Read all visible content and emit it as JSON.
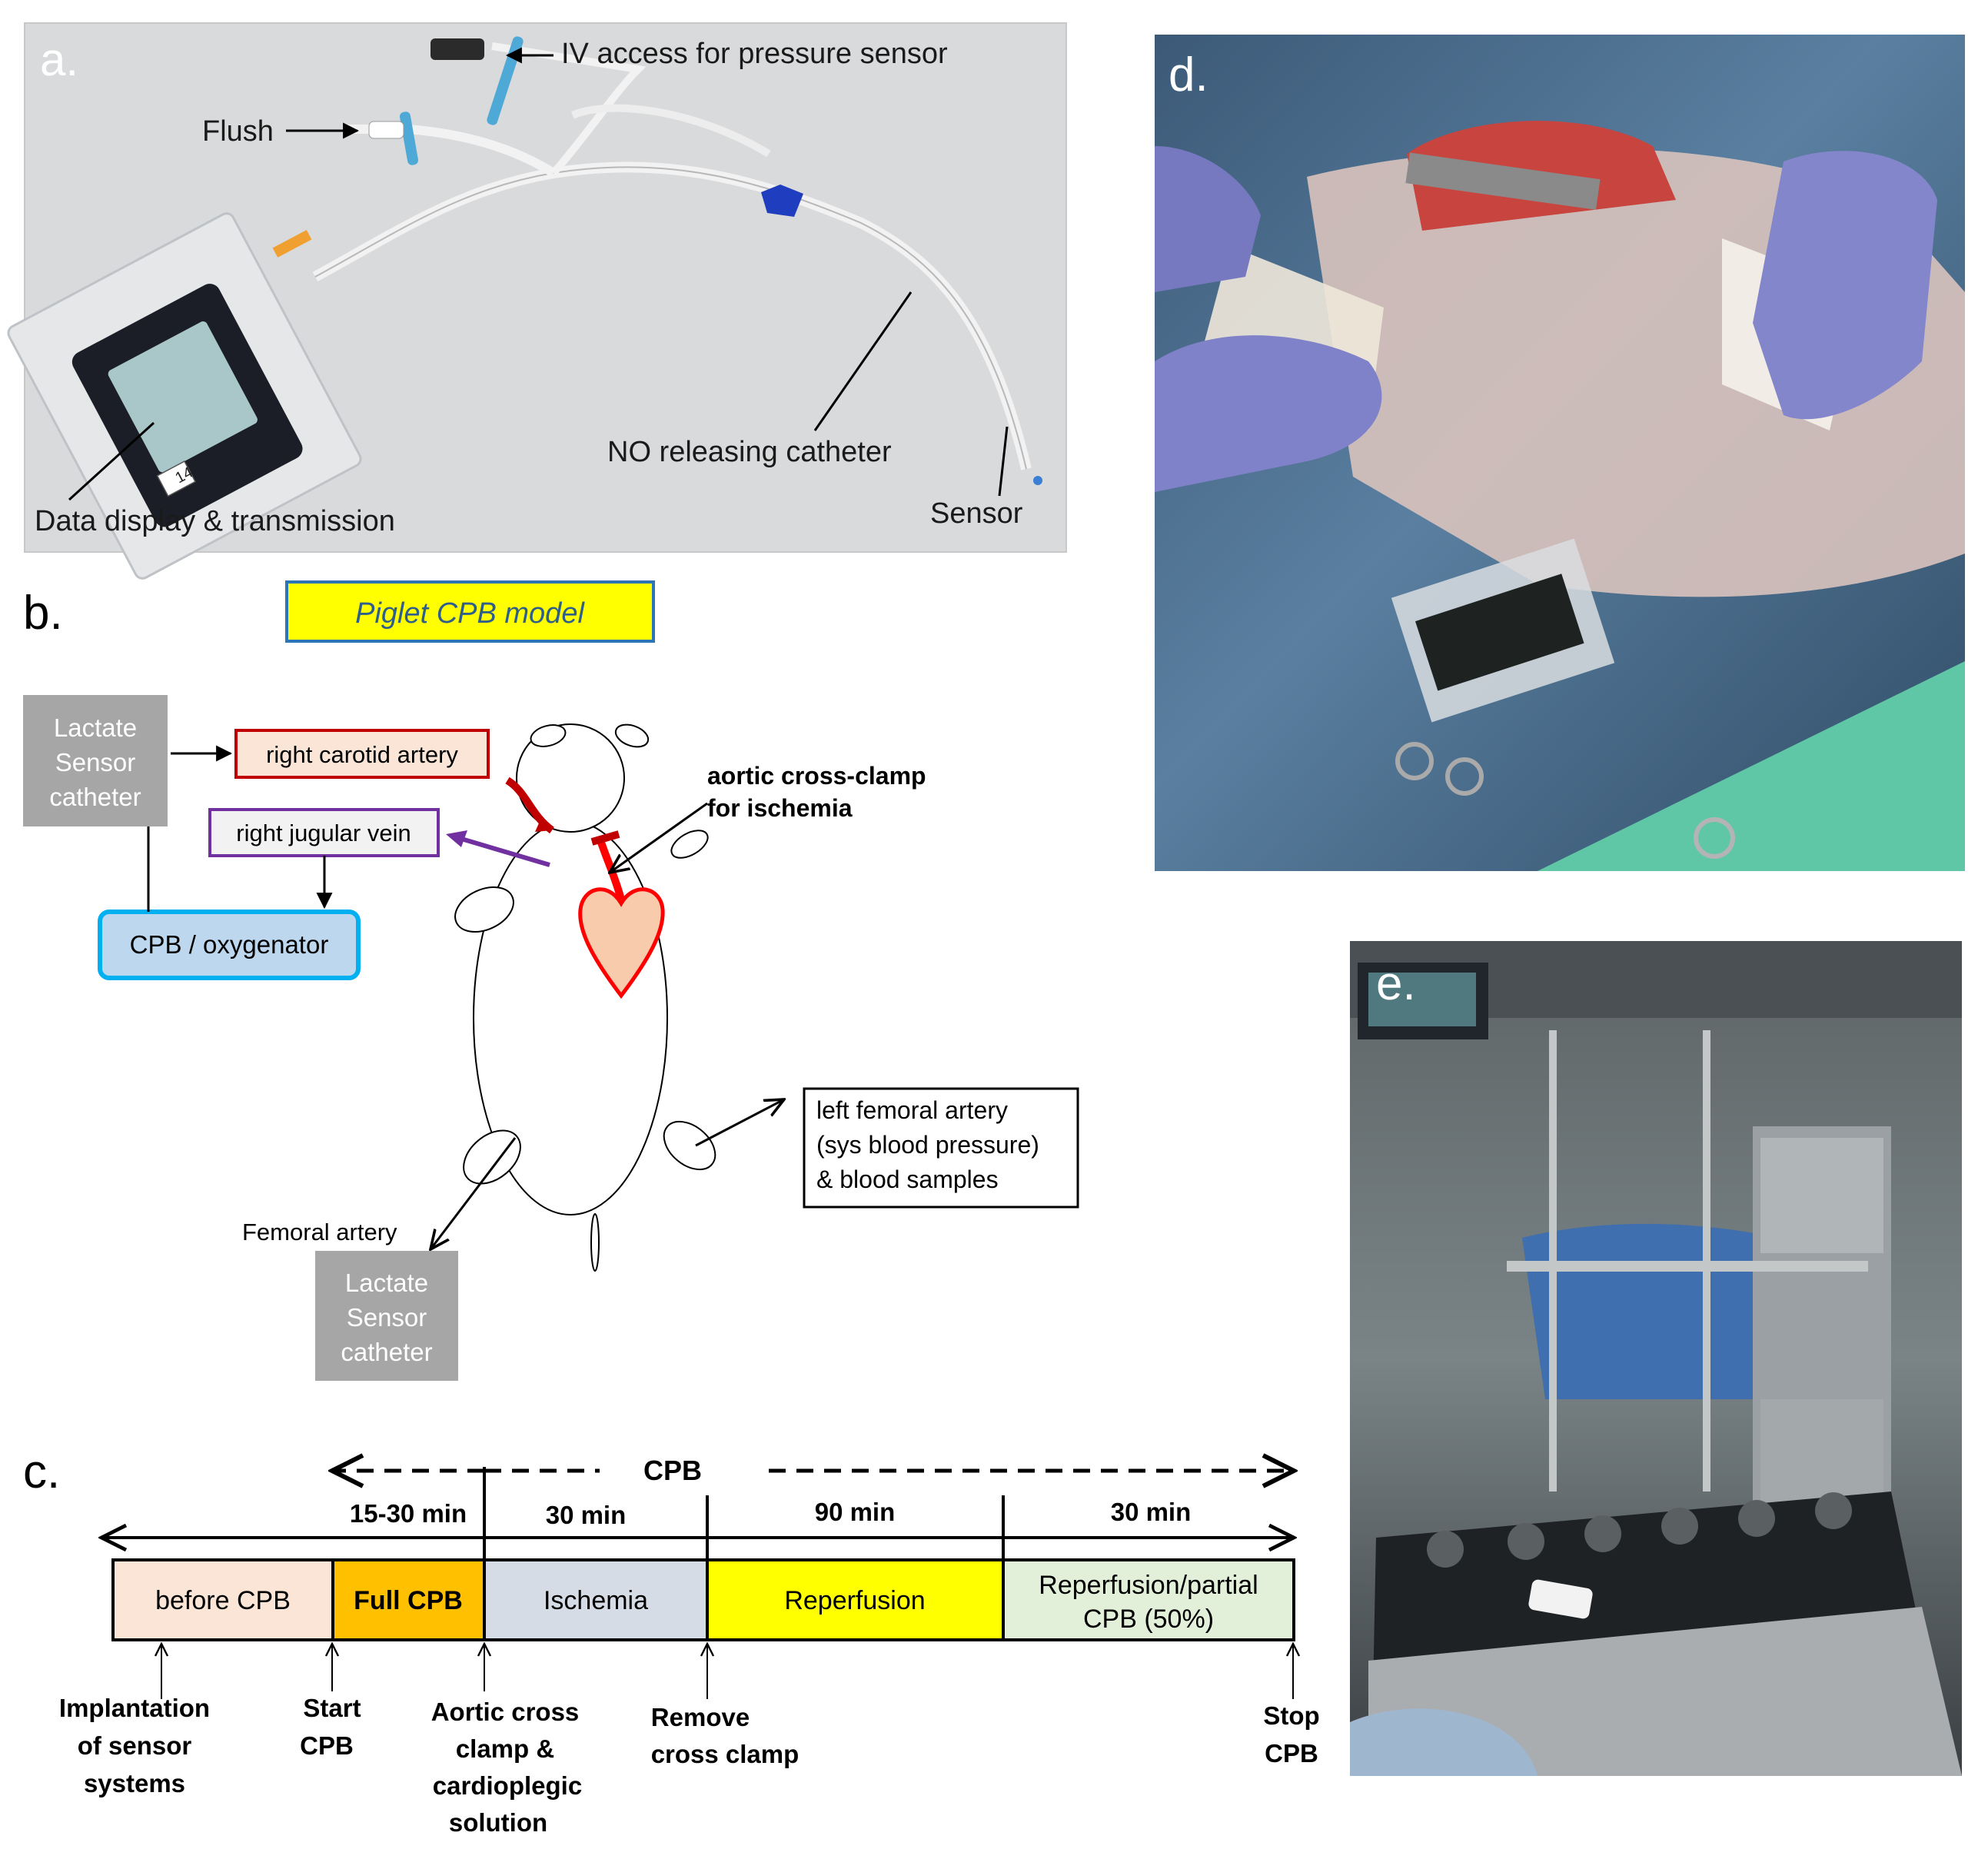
{
  "panels": {
    "a": {
      "letter": "a.",
      "labels": {
        "iv_access": "IV access for pressure sensor",
        "flush": "Flush",
        "no_catheter": "NO releasing catheter",
        "sensor": "Sensor",
        "data_display": "Data display & transmission",
        "bag_number": "14"
      }
    },
    "b": {
      "letter": "b.",
      "title": "Piglet CPB model",
      "boxes": {
        "lactate_top": [
          "Lactate",
          "Sensor",
          "catheter"
        ],
        "right_carotid": "right carotid artery",
        "right_jugular": "right jugular vein",
        "cpb_oxygenator": "CPB / oxygenator",
        "left_femoral": [
          "left femoral artery",
          "(sys blood pressure)",
          "& blood samples"
        ],
        "lactate_bottom": [
          "Lactate",
          "Sensor",
          "catheter"
        ]
      },
      "aortic_note": [
        "aortic cross-clamp",
        "for ischemia"
      ],
      "femoral_label": "Femoral artery"
    },
    "c": {
      "letter": "c.",
      "cpb_label": "CPB",
      "durations": [
        "15-30 min",
        "30 min",
        "90 min",
        "30 min"
      ],
      "phases": [
        {
          "label": "before CPB",
          "color": "#fbe5d6"
        },
        {
          "label": "Full CPB",
          "color": "#ffc000"
        },
        {
          "label": "Ischemia",
          "color": "#d6dce5"
        },
        {
          "label": "Reperfusion",
          "color": "#ffff00"
        },
        {
          "label": [
            "Reperfusion/partial",
            "CPB (50%)"
          ],
          "color": "#e2f0d9"
        }
      ],
      "events": [
        [
          "Implantation",
          "of sensor",
          "systems"
        ],
        [
          "Start",
          "CPB"
        ],
        [
          "Aortic cross",
          "clamp &",
          "cardioplegic",
          "solution"
        ],
        [
          "Remove",
          "cross clamp"
        ],
        [
          "Stop",
          "CPB"
        ]
      ]
    },
    "d": {
      "letter": "d."
    },
    "e": {
      "letter": "e."
    }
  },
  "colors": {
    "carotid_box": "#c00000",
    "jugular_box": "#7030a0",
    "cpb_box": "#00b0f0",
    "title_bg": "#ffff00",
    "title_border": "#2e75b6",
    "heart_fill": "#f8cbad",
    "heart_stroke": "#ff0000",
    "lactate_gray": "#a6a6a6"
  }
}
